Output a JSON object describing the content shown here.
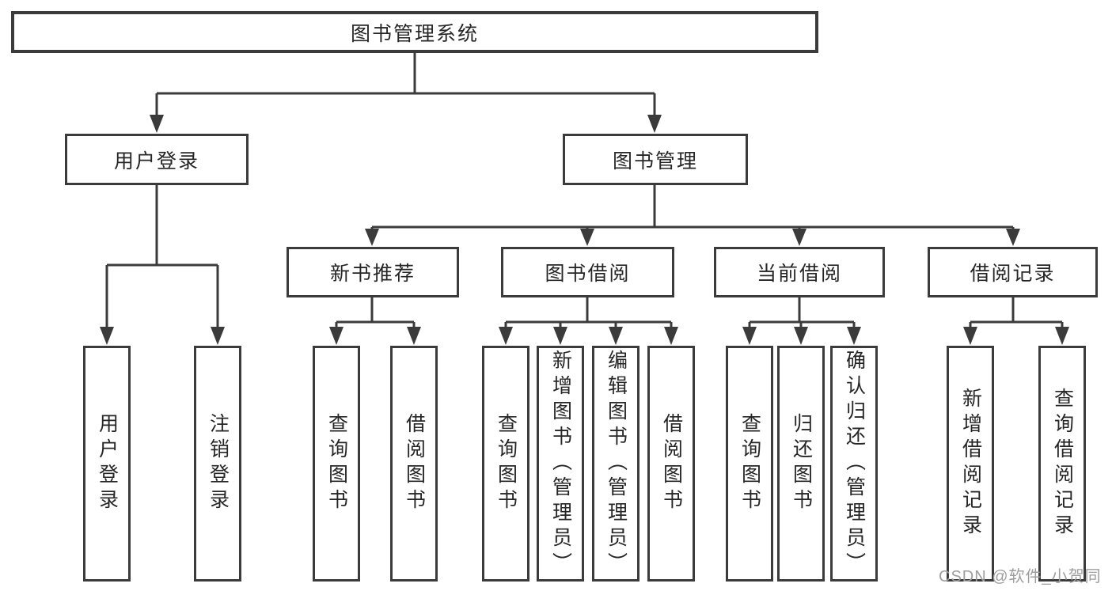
{
  "diagram": {
    "root": {
      "label": "图书管理系统",
      "children": [
        {
          "label": "用户登录",
          "children": [
            {
              "label": "用户登录"
            },
            {
              "label": "注销登录"
            }
          ]
        },
        {
          "label": "图书管理",
          "children": [
            {
              "label": "新书推荐",
              "children": [
                {
                  "label": "查询图书"
                },
                {
                  "label": "借阅图书"
                }
              ]
            },
            {
              "label": "图书借阅",
              "children": [
                {
                  "label": "查询图书"
                },
                {
                  "label": "新增图书（管理员）"
                },
                {
                  "label": "编辑图书（管理员）"
                },
                {
                  "label": "借阅图书"
                }
              ]
            },
            {
              "label": "当前借阅",
              "children": [
                {
                  "label": "查询图书"
                },
                {
                  "label": "归还图书"
                },
                {
                  "label": "确认归还（管理员）"
                }
              ]
            },
            {
              "label": "借阅记录",
              "children": [
                {
                  "label": "新增借阅记录"
                },
                {
                  "label": "查询借阅记录"
                }
              ]
            }
          ]
        }
      ]
    },
    "colors": {
      "line": "#3b3b3b",
      "box_border": "#3b3b3b",
      "text": "#262626",
      "background": "#ffffff",
      "watermark": "#9e9e9e"
    }
  },
  "watermark": {
    "text": "CSDN @软件_小贺同学"
  }
}
